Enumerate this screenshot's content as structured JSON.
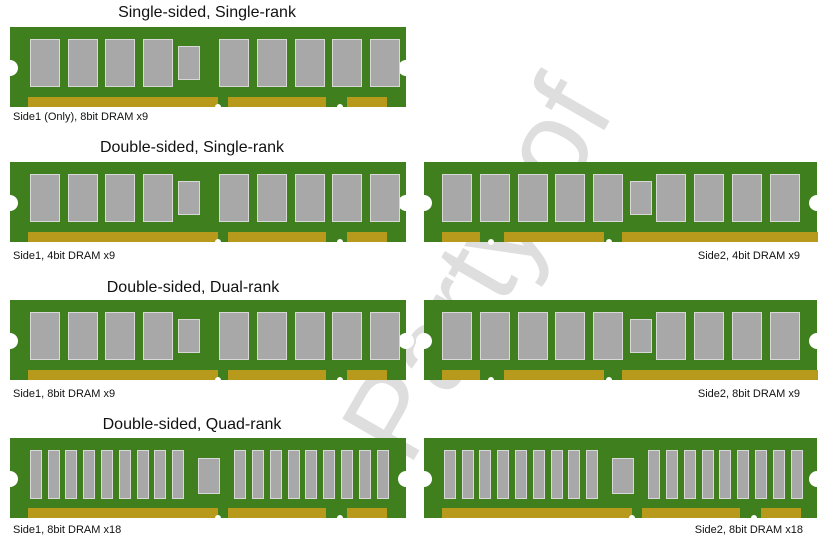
{
  "sections": [
    {
      "title": "Single-sided, Single-rank",
      "side1_caption": "Side1 (Only), 8bit DRAM x9",
      "side2_caption": ""
    },
    {
      "title": "Double-sided, Single-rank",
      "side1_caption": "Side1, 4bit DRAM x9",
      "side2_caption": "Side2, 4bit DRAM x9"
    },
    {
      "title": "Double-sided, Dual-rank",
      "side1_caption": "Side1, 8bit DRAM x9",
      "side2_caption": "Side2, 8bit DRAM x9"
    },
    {
      "title": "Double-sided, Quad-rank",
      "side1_caption": "Side1, 8bit DRAM x18",
      "side2_caption": "Side2, 8bit DRAM x18"
    }
  ],
  "watermark": "Party of",
  "colors": {
    "board": "#3f7f1e",
    "pins": "#b79a1c",
    "chip": "#a8a8a8"
  }
}
